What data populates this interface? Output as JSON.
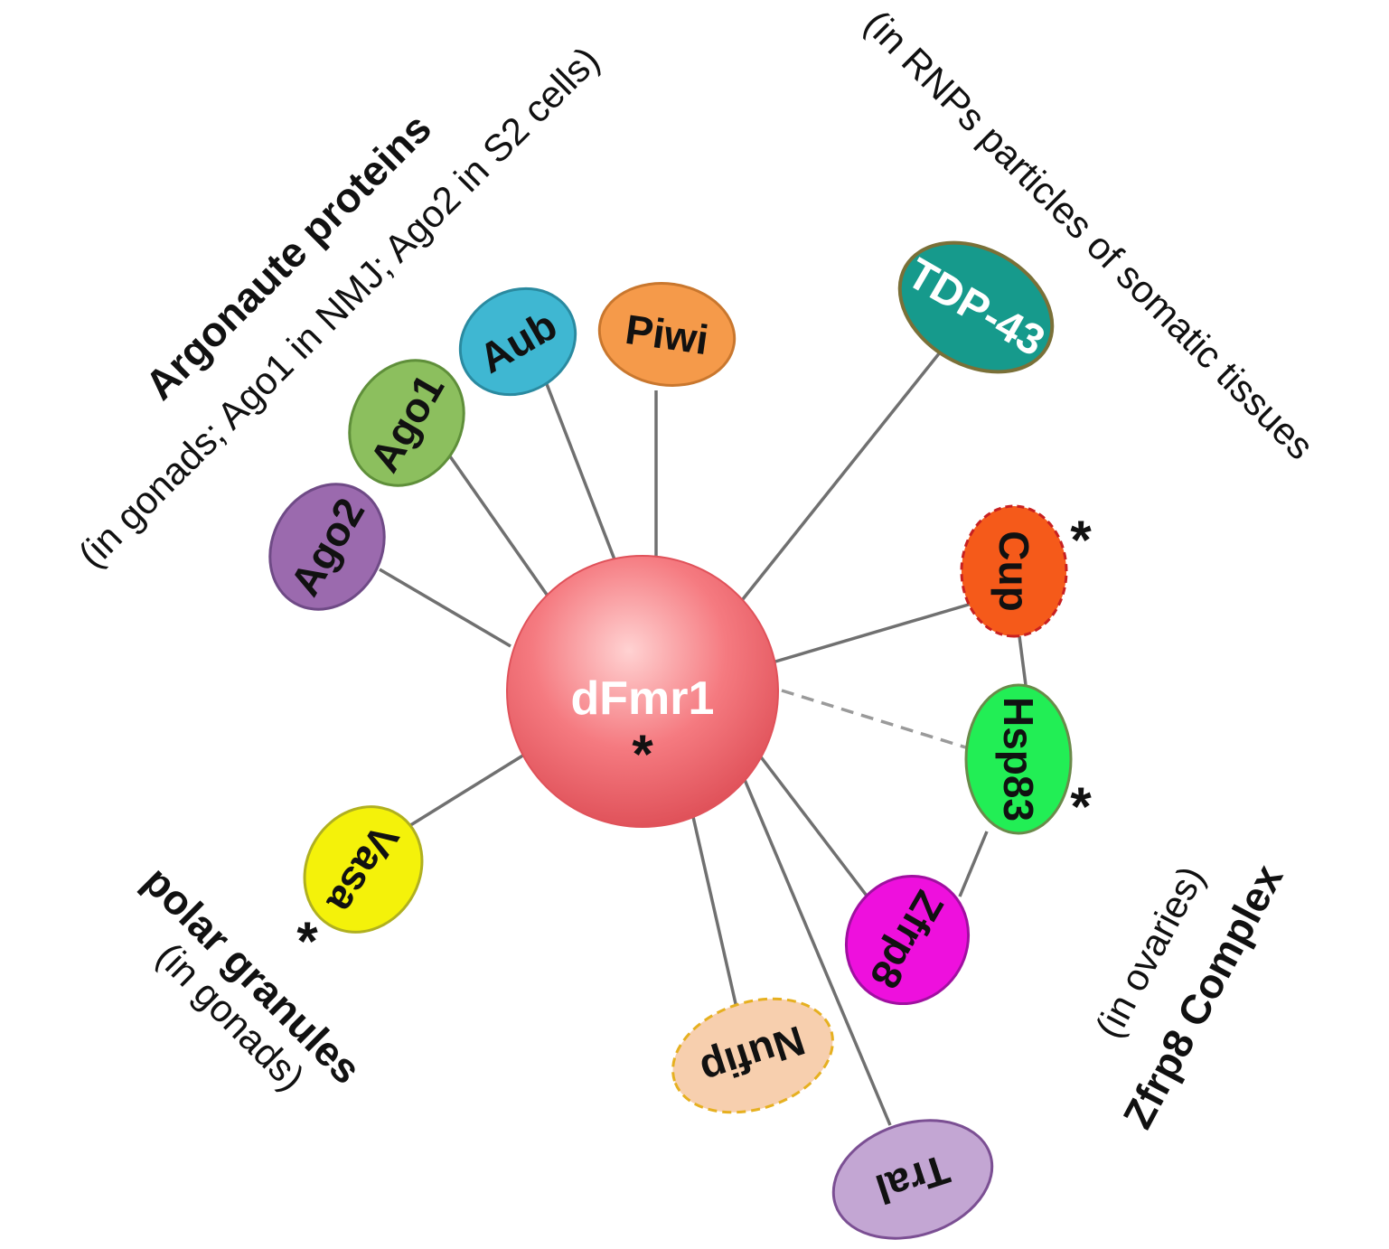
{
  "center": {
    "label": "dFmr1",
    "star": "*",
    "fill": "#f0646c"
  },
  "nodes": {
    "ago2": {
      "label": "Ago2",
      "fill": "#9b6aae",
      "stroke": "#6f4a86"
    },
    "ago1": {
      "label": "Ago1",
      "fill": "#8cbf5e",
      "stroke": "#5f8f3a"
    },
    "aub": {
      "label": "Aub",
      "fill": "#3fb7d2",
      "stroke": "#2a8aa0"
    },
    "piwi": {
      "label": "Piwi",
      "fill": "#f59a4a",
      "stroke": "#c9772e"
    },
    "tdp43": {
      "label": "TDP-43",
      "fill": "#169a8c",
      "stroke": "#7a7038"
    },
    "cup": {
      "label": "Cup",
      "fill": "#f55a1a",
      "stroke": "#c82020",
      "star": "*"
    },
    "hsp83": {
      "label": "Hsp83",
      "fill": "#22ee55",
      "stroke": "#6a8a4a",
      "star": "*"
    },
    "zfrp8": {
      "label": "Zfrp8",
      "fill": "#ee10dd",
      "stroke": "#a010a0"
    },
    "nufip": {
      "label": "Nufip",
      "fill": "#f7cfae",
      "stroke": "#e6b020"
    },
    "tral": {
      "label": "Tral",
      "fill": "#c3a6d3",
      "stroke": "#7b4f93"
    },
    "vasa": {
      "label": "Vasa",
      "fill": "#f4f20a",
      "stroke": "#b0b020",
      "star": "*"
    }
  },
  "groups": {
    "argonaute": {
      "title": "Argonaute proteins",
      "subtitle": "(in gonads; Ago1 in NMJ; Ago2 in S2 cells)"
    },
    "rnp": {
      "subtitle": "(in RNPs particles of somatic tissues"
    },
    "zfrp8": {
      "title": "Zfrp8 Complex",
      "subtitle": "(in ovaries)"
    },
    "polar": {
      "title": "polar granules",
      "subtitle": "(in gonads)"
    }
  }
}
